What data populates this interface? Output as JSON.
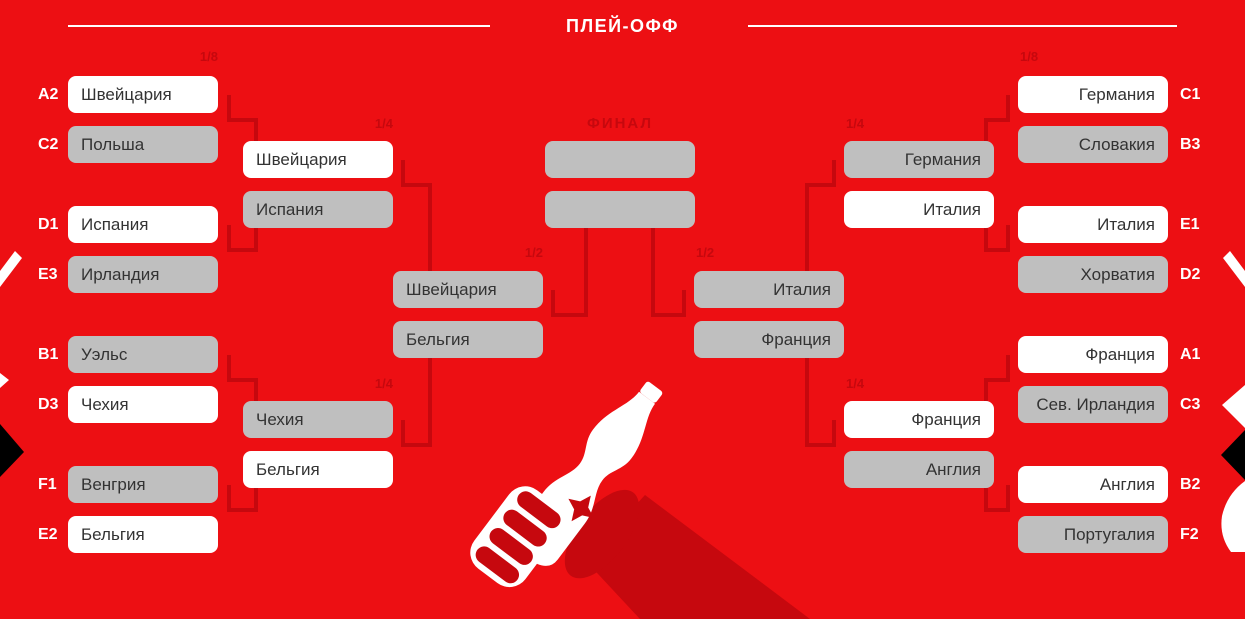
{
  "title": "ПЛЕЙ-ОФФ",
  "round_labels": {
    "r16": "1/8",
    "qf": "1/4",
    "sf": "1/2",
    "final": "ФИНАЛ"
  },
  "colors": {
    "background": "#ED0F13",
    "accent": "#C6080E",
    "box_gray": "#BFBFBF",
    "box_white": "#FFFFFF",
    "box_text": "#333333"
  },
  "left": {
    "r16": [
      {
        "seed": "A2",
        "team": "Швейцария",
        "winner": true
      },
      {
        "seed": "C2",
        "team": "Польша",
        "winner": false
      },
      {
        "seed": "D1",
        "team": "Испания",
        "winner": true
      },
      {
        "seed": "E3",
        "team": "Ирландия",
        "winner": false
      },
      {
        "seed": "B1",
        "team": "Уэльс",
        "winner": false
      },
      {
        "seed": "D3",
        "team": "Чехия",
        "winner": true
      },
      {
        "seed": "F1",
        "team": "Венгрия",
        "winner": false
      },
      {
        "seed": "E2",
        "team": "Бельгия",
        "winner": true
      }
    ],
    "qf": [
      {
        "team": "Швейцария",
        "winner": true
      },
      {
        "team": "Испания",
        "winner": false
      },
      {
        "team": "Чехия",
        "winner": false
      },
      {
        "team": "Бельгия",
        "winner": true
      }
    ],
    "sf": [
      {
        "team": "Швейцария",
        "winner": false
      },
      {
        "team": "Бельгия",
        "winner": false
      }
    ]
  },
  "final": [
    {
      "team": "",
      "winner": false
    },
    {
      "team": "",
      "winner": false
    }
  ],
  "right": {
    "sf": [
      {
        "team": "Италия",
        "winner": false
      },
      {
        "team": "Франция",
        "winner": false
      }
    ],
    "qf": [
      {
        "team": "Германия",
        "winner": false
      },
      {
        "team": "Италия",
        "winner": true
      },
      {
        "team": "Франция",
        "winner": true
      },
      {
        "team": "Англия",
        "winner": false
      }
    ],
    "r16": [
      {
        "seed": "C1",
        "team": "Германия",
        "winner": true
      },
      {
        "seed": "B3",
        "team": "Словакия",
        "winner": false
      },
      {
        "seed": "E1",
        "team": "Италия",
        "winner": true
      },
      {
        "seed": "D2",
        "team": "Хорватия",
        "winner": false
      },
      {
        "seed": "A1",
        "team": "Франция",
        "winner": true
      },
      {
        "seed": "C3",
        "team": "Сев. Ирландия",
        "winner": false
      },
      {
        "seed": "B2",
        "team": "Англия",
        "winner": true
      },
      {
        "seed": "F2",
        "team": "Португалия",
        "winner": false
      }
    ]
  },
  "decorations": {
    "center_graphic": "fist-holding-cola-bottle-icon",
    "edge_graphics": [
      "white-chevron-icon",
      "white-arrow-icon",
      "black-wedge-icon"
    ]
  }
}
